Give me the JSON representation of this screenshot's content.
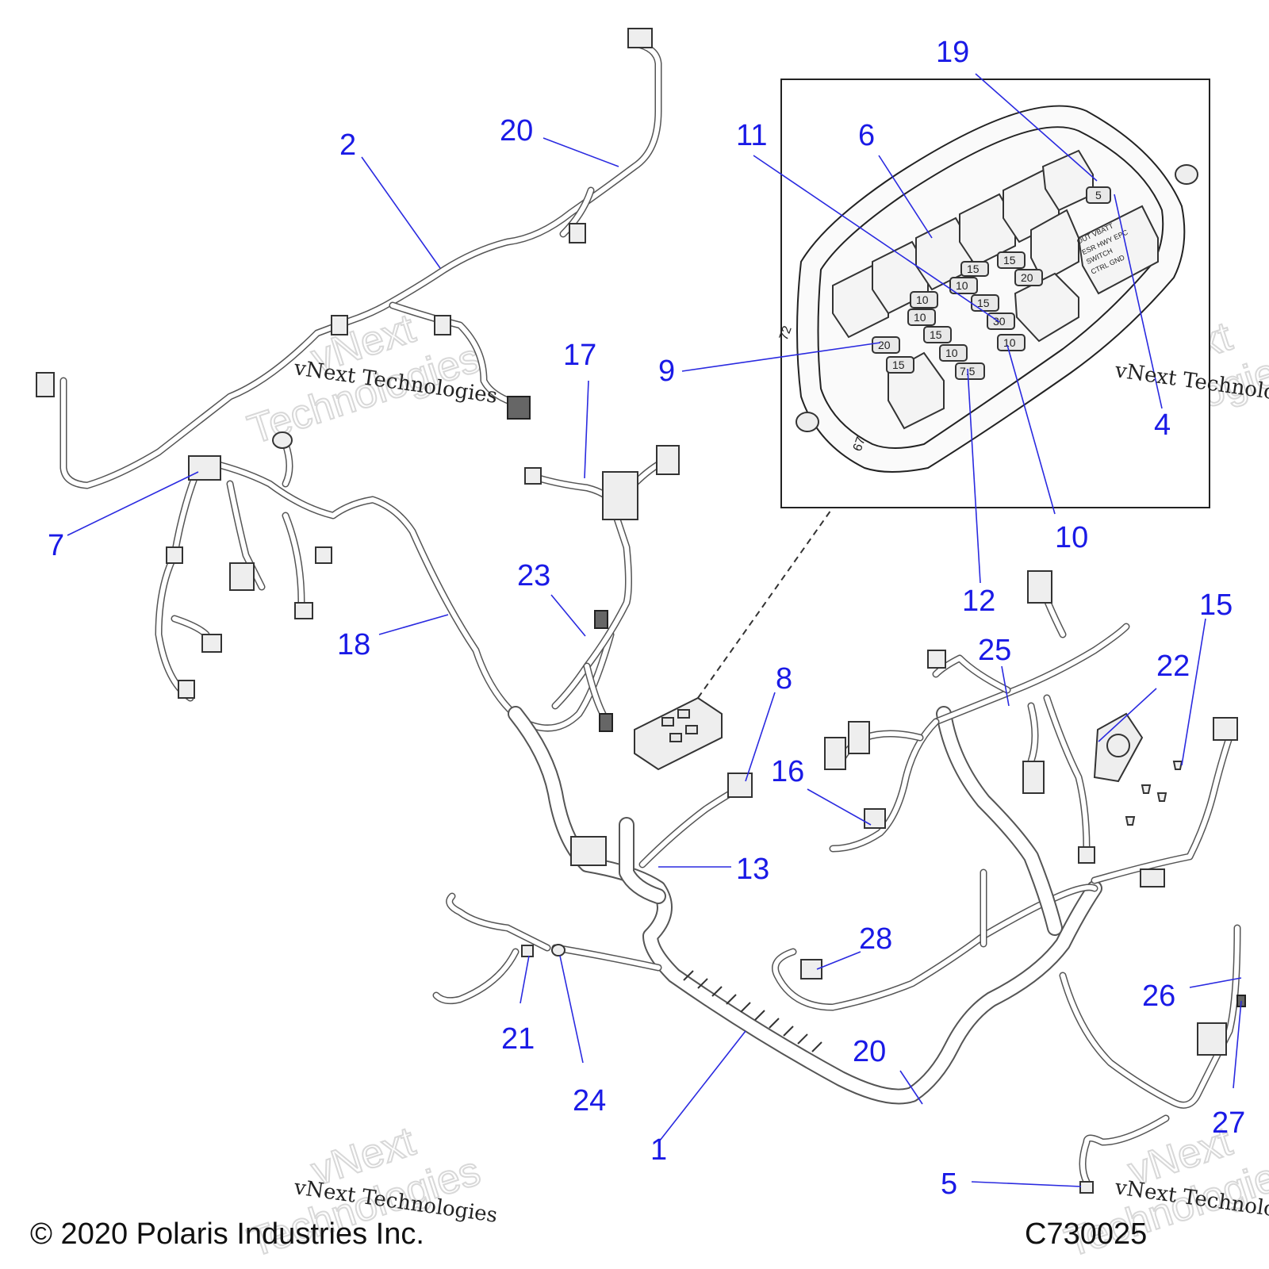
{
  "callouts": [
    "1",
    "2",
    "4",
    "5",
    "6",
    "7",
    "8",
    "9",
    "10",
    "11",
    "12",
    "13",
    "15",
    "16",
    "17",
    "18",
    "19",
    "20",
    "20",
    "21",
    "22",
    "23",
    "24",
    "25",
    "26",
    "27",
    "28"
  ],
  "fuse_labels": [
    "20",
    "15",
    "10",
    "10",
    "15",
    "10",
    "15",
    "30",
    "10",
    "15",
    "7.5",
    "10",
    "15",
    "20",
    "5"
  ],
  "inset_marks": [
    "72",
    "67"
  ],
  "label_block": {
    "line1": "OUT   VBATT",
    "line2": "ESR HWY EPC",
    "line3": "SWITCH",
    "line4": "CTRL      GND"
  },
  "watermark": {
    "small_text": "vNext Technologies",
    "big_line1": "vNext",
    "big_line2": "Technologies"
  },
  "footer": {
    "copyright": "© 2020 Polaris Industries Inc.",
    "diagram_id": "C730025"
  }
}
